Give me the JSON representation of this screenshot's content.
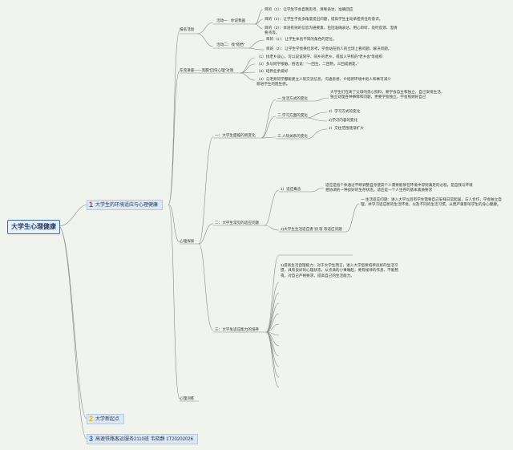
{
  "root": "大学生心理健康",
  "branches": [
    {
      "num": "1",
      "label": "大学生的环境适应与心理健康"
    },
    {
      "num": "2",
      "label": "大学新起点"
    },
    {
      "num": "3",
      "label": "高速铁路客运服务2110班 韦晓静 1T20202026"
    }
  ],
  "n_baoming": "报名活动",
  "act1": "活动一 · 你说我画",
  "act1_goals": [
    "目的（1）：让学生学会自我思考、清晰表达、准确回应",
    "目的（2）：让学生学会多角度提出问题，提高学生主动承担责任的意识。",
    "目的（3）：体验有效的信息沟通要素，包括准确表达、用心聆听、及时反馈、澄清要点等。"
  ],
  "act2": "活动二：找“搭档”",
  "act2_goals": [
    "目的（1）：让学生体验不同的角色的定位。",
    "目的（2）：让学生学会换位思考，学会站在别人的立场上看问题、解决问题。"
  ],
  "n_lecture": "东莞讲座——克服“回归心理”对策",
  "lecture_items": [
    "（1）找老乡谈心，可以说说同学、同乡的老乡，或加入学校的“老乡会”等组织",
    "（2）多与同学接触，俗话说：“一回生，二回熟，三回成朋友。”",
    "（3）培养业余爱好",
    "（4）与老师同学都能建立人际交流信息，沟通思想，介绍新环境中的人和事可减少新进学生的陌生感。"
  ],
  "n_psych": "心理探索",
  "sec1": "一：大学生面临的新变化",
  "sec1_items": [
    "一.生活方式的变化",
    "二.学习方面的变化",
    "三.人际关系的变化"
  ],
  "sec1_d1": "大学生们在离了父母的悉心照料，要学会自主和独立，自己安排生活，独立处理各种事情和问题，更要学会独立，学会照顾好自己",
  "sec1_d2": [
    "1）学习方式的变化",
    "2)学习内容的变化"
  ],
  "sec1_d3": "1）交往范围逐渐扩大",
  "sec2": "二：大学生常见的适应问题",
  "sec2_items": [
    "1）适应概念",
    "2)大学生生活适应者 别 等 等适应问题"
  ],
  "sec2_d1": "适应是指个体通过不断调整自身使其个人需要能够在环境中得到满足的过程，是自我与环境相协调的一种良好的生存状态。适应是一个人生存的基本素质要求",
  "sec2_d2": "一.生活适应问题：进入大学以后有学生需要自己安排日常起居，与人合作，学会独立自理，并学习适应新的生活环境，以及不同的生活习惯。从而严重影响学生的身心健康。",
  "sec3": "三：大学生适应能力的培养",
  "sec3_d": "1)提高生活自理能力：对于大学生而言，进入大学后要培养良好的生活习惯，具有良好的心理状态，从点滴的小事做起，要有规律的作息，不能熬夜，对自己严格要求，提高自己的生活能力。",
  "n_practice": "心理训练"
}
